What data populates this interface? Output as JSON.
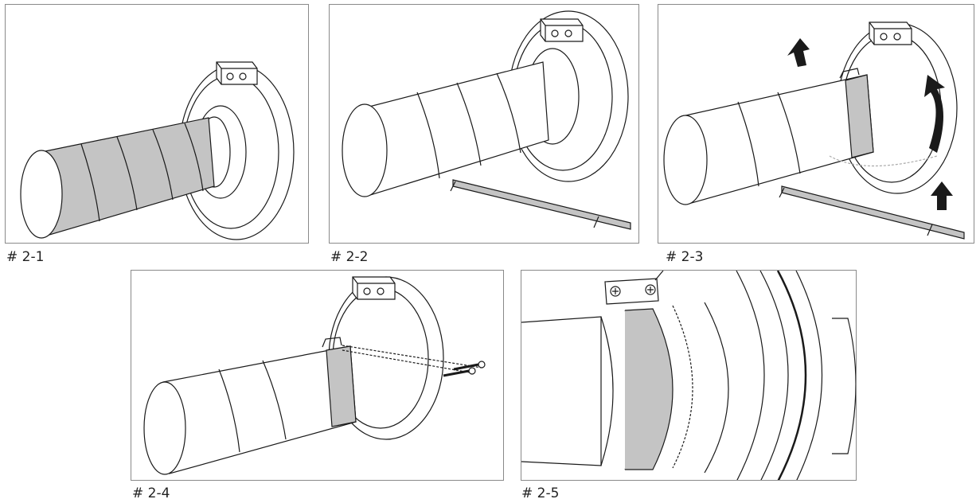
{
  "captions": {
    "step1": "# 2-1",
    "step2": "# 2-2",
    "step3": "# 2-3",
    "step4": "# 2-4",
    "step5": "# 2-5"
  },
  "colors": {
    "line": "#1a1a1a",
    "tape_gray": "#c4c4c4",
    "arrow": "#1a1a1a"
  }
}
